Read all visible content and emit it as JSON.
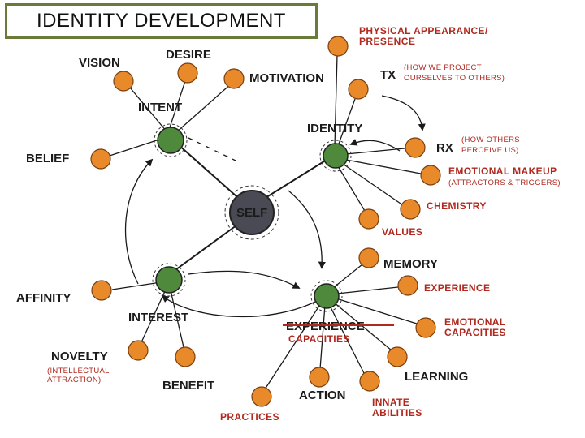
{
  "title": "IDENTITY DEVELOPMENT",
  "colors": {
    "orange_node": "#e8892a",
    "green_node": "#4f8a3c",
    "self_node": "#4a4a55",
    "red_label": "#b0281e",
    "title_border": "#6a7a3a"
  },
  "nodes": {
    "self": "SELF",
    "intent": "INTENT",
    "identity": "IDENTITY",
    "interest": "INTEREST",
    "experience_struck": "EXPERIENCE",
    "capacities": "CAPACITIES"
  },
  "labels": {
    "vision": "VISION",
    "desire": "DESIRE",
    "motivation": "MOTIVATION",
    "belief": "BELIEF",
    "physical_1": "PHYSICAL APPEARANCE/",
    "physical_2": "PRESENCE",
    "tx": "TX",
    "tx_note_1": "(HOW WE PROJECT",
    "tx_note_2": "OURSELVES TO OTHERS)",
    "rx": "RX",
    "rx_note_1": "(HOW OTHERS",
    "rx_note_2": "PERCEIVE US)",
    "emotional_makeup_1": "EMOTIONAL MAKEUP",
    "emotional_makeup_2": "(ATTRACTORS & TRIGGERS)",
    "chemistry": "CHEMISTRY",
    "values": "VALUES",
    "memory": "MEMORY",
    "experience": "EXPERIENCE",
    "emotional_capacities_1": "EMOTIONAL",
    "emotional_capacities_2": "CAPACITIES",
    "learning": "LEARNING",
    "innate_1": "INNATE",
    "innate_2": "ABILITIES",
    "action": "ACTION",
    "practices": "PRACTICES",
    "affinity": "AFFINITY",
    "novelty": "NOVELTY",
    "novelty_note_1": "(INTELLECTUAL",
    "novelty_note_2": "ATTRACTION)",
    "benefit": "BENEFIT"
  }
}
